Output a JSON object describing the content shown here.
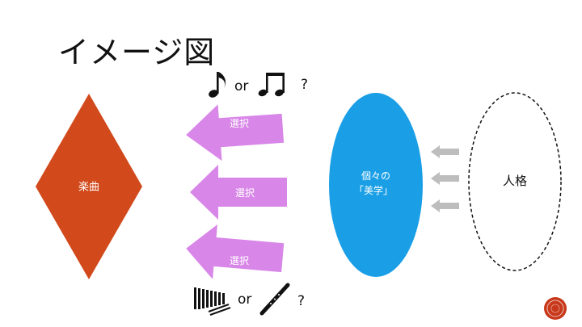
{
  "slide": {
    "title": "イメージ図"
  },
  "diagram": {
    "piece_label": "楽曲",
    "select_labels": [
      "選択",
      "選択",
      "選択"
    ],
    "top_choice": {
      "or": "or",
      "question": "?"
    },
    "bottom_choice": {
      "or": "or",
      "question": "?"
    },
    "aesthetics_line1": "個々の",
    "aesthetics_line2": "「美学」",
    "personality_label": "人格",
    "colors": {
      "diamond": "#d24a1c",
      "arrow": "#d886e8",
      "ellipse": "#1a9fe6",
      "small_arrow": "#bdbdbd",
      "logo": "#c8381a"
    },
    "icons": {
      "top_left": "eighth-note-icon",
      "top_right": "beamed-notes-icon",
      "bottom_left": "xylophone-icon",
      "bottom_right": "recorder-icon"
    }
  }
}
